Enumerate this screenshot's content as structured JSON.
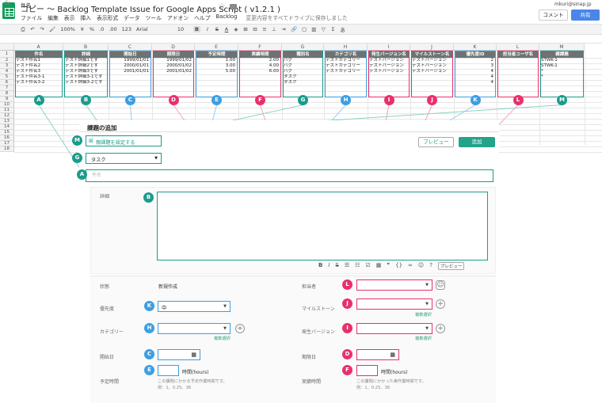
{
  "app": {
    "title": "コピー 〜 Backlog Template Issue for Google Apps Script ( v1.2.1 )",
    "user_email": "mkuri@sinap.jp",
    "comment_label": "コメント",
    "share_label": "共有"
  },
  "menus": [
    "ファイル",
    "編集",
    "表示",
    "挿入",
    "表示形式",
    "データ",
    "ツール",
    "アドオン",
    "ヘルプ",
    "Backlog"
  ],
  "save_status": "変更内容をすべてドライブに保存しました",
  "toolbar": {
    "zoom": "100%",
    "currency": "¥",
    "percent": "%",
    "dec1": ".0",
    "dec2": ".00",
    "format": "123",
    "font": "Arial",
    "size": "10",
    "bold": "B",
    "italic": "I",
    "strike": "S",
    "textcolor": "A",
    "comment": "あ"
  },
  "formula_bar": {
    "fx": "fx",
    "value": "件名"
  },
  "sheet": {
    "columns": [
      "A",
      "B",
      "C",
      "D",
      "E",
      "F",
      "G",
      "H",
      "I",
      "J",
      "K",
      "L",
      "M"
    ],
    "rows": [
      "1",
      "2",
      "3",
      "4",
      "5",
      "6",
      "7",
      "8",
      "9",
      "10",
      "11",
      "12",
      "13",
      "14",
      "15",
      "16",
      "17",
      "18"
    ],
    "headers": [
      "件名",
      "詳細",
      "開始日",
      "期限日",
      "予定時間",
      "実績時間",
      "種別名",
      "カテゴリ名",
      "発生バージョン名",
      "マイルストーン名",
      "優先度ID",
      "担当者ユーザ名",
      "親課題"
    ],
    "data": [
      [
        "テスト件名1",
        "テスト詳細1です",
        "1999/01/01",
        "1999/01/02",
        "1.00",
        "2.00",
        "バグ",
        "テストカテゴリー",
        "テストバージョン",
        "テストバージョン",
        "2",
        "",
        "STWK-1"
      ],
      [
        "テスト件名2",
        "テスト詳細2です",
        "2000/01/01",
        "2000/01/02",
        "3.00",
        "4.00",
        "バグ",
        "テストカテゴリー",
        "テストバージョン",
        "テストバージョン",
        "3",
        "",
        "STWK-1"
      ],
      [
        "テスト件名3",
        "テスト詳細3です",
        "2001/01/01",
        "2001/01/02",
        "5.00",
        "6.00",
        "バグ",
        "テストカテゴリー",
        "テストバージョン",
        "テストバージョン",
        "4",
        "",
        "*"
      ],
      [
        "テスト件名3-1",
        "テスト詳細3-1です",
        "",
        "",
        "",
        "",
        "タスク",
        "",
        "",
        "",
        "4",
        "",
        "*"
      ],
      [
        "テスト件名3-2",
        "テスト詳細3-2です",
        "",
        "",
        "",
        "",
        "タスク",
        "",
        "",
        "",
        "4",
        "",
        ""
      ]
    ]
  },
  "badges": [
    "A",
    "B",
    "C",
    "D",
    "E",
    "F",
    "G",
    "H",
    "I",
    "J",
    "K",
    "L",
    "M"
  ],
  "form": {
    "title": "課題の追加",
    "preview_button": "プレビュー",
    "add_button": "追加",
    "parent_link": "親課題を設定する",
    "issue_type": "タスク",
    "summary_placeholder": "件名",
    "description_label": "詳細",
    "md_preview": "プレビュー",
    "status_label": "状態",
    "status_value": "新規作成",
    "assignee_label": "担当者",
    "priority_label": "優先度",
    "priority_value": "中",
    "milestone_label": "マイルストーン",
    "milestone_note": "複数選択",
    "category_label": "カテゴリー",
    "category_note": "複数選択",
    "version_label": "発生バージョン",
    "version_note": "複数選択",
    "start_label": "開始日",
    "due_label": "期限日",
    "estimated_label": "予定時間",
    "estimated_unit": "時間(hours)",
    "estimated_hint1": "この課題にかかる予定作業時間です。",
    "estimated_hint2": "例：1、0.25、36",
    "actual_label": "実績時間",
    "actual_unit": "時間(hours)",
    "actual_hint1": "この課題にかかった実作業時間です。",
    "actual_hint2": "例：1、0.25、36"
  },
  "colors": {
    "teal": "#1a9c8a",
    "blue": "#3d9ee3",
    "red": "#e8316b",
    "header_gray": "#6d7274"
  }
}
